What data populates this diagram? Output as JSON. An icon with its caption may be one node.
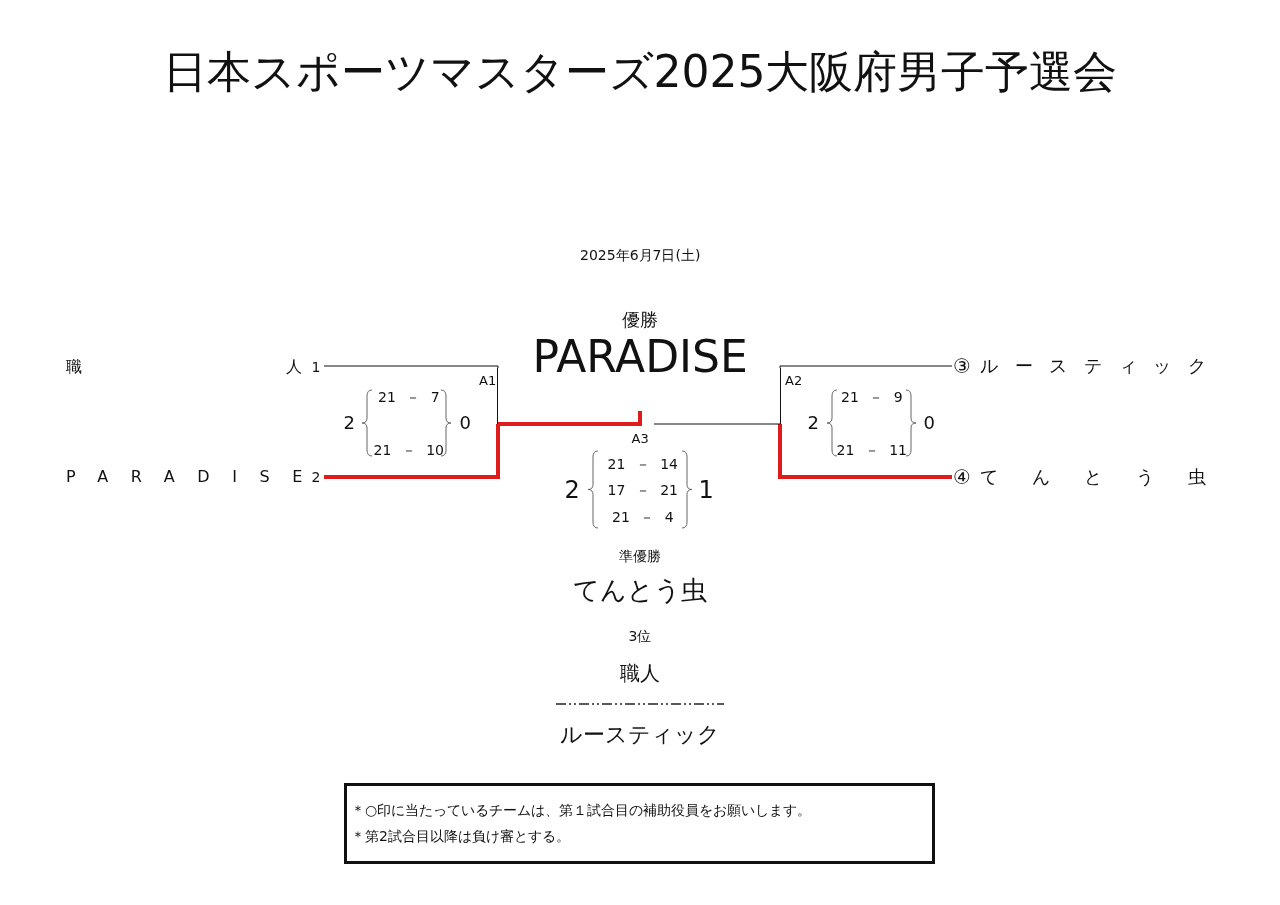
{
  "diagram": {
    "title": "日本スポーツマスターズ2025大阪府男子予選会",
    "nodes": [
      {
        "text": [
          "職人"
        ],
        "beside": [
          "1"
        ]
      },
      {
        "text": [
          "PARADISE"
        ],
        "beside": [
          "2"
        ]
      },
      {
        "text": [
          "ルースティック"
        ],
        "beside": [
          "③"
        ]
      },
      {
        "text": [
          "てんとう虫"
        ],
        "beside": [
          "④"
        ]
      },
      {
        "text": [
          "A1"
        ]
      },
      {
        "text": [
          "A2"
        ]
      },
      {
        "text": [
          "A3"
        ]
      },
      {
        "text": [
          "＊○印に当たっているチームは、第１試合目の補助役員をお願いします。",
          "＊第2試合目以降は負け審とする。"
        ]
      }
    ],
    "edges": [
      {
        "from": 0,
        "to": 4,
        "arrow": "none"
      },
      {
        "from": 1,
        "to": 4,
        "arrow": "none",
        "style": "thick",
        "color": "#e01b1b"
      },
      {
        "from": 2,
        "to": 5,
        "arrow": "none"
      },
      {
        "from": 3,
        "to": 5,
        "arrow": "none",
        "style": "thick",
        "color": "#e01b1b"
      },
      {
        "from": 4,
        "to": 6,
        "arrow": "none",
        "style": "thick",
        "color": "#e01b1b"
      },
      {
        "from": 5,
        "to": 6,
        "arrow": "none"
      }
    ],
    "labels": [
      "2025年6月7日(土)",
      "優勝",
      "PARADISE",
      "2",
      "21 － 7",
      "21 － 10",
      "0",
      "2",
      "21 － 9",
      "21 － 11",
      "0",
      "2",
      "21 － 14",
      "17 － 21",
      "21 － 4",
      "1",
      "準優勝",
      "てんとう虫",
      "3位",
      "職人",
      "ルースティック"
    ]
  }
}
